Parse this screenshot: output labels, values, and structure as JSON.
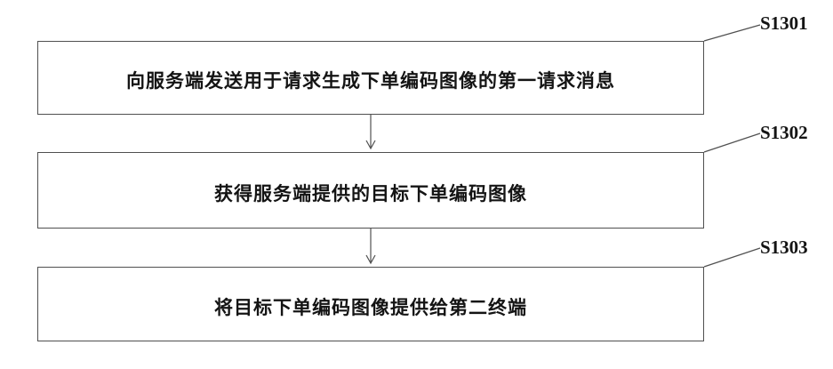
{
  "flowchart": {
    "steps": [
      {
        "id": "S1301",
        "text": "向服务端发送用于请求生成下单编码图像的第一请求消息"
      },
      {
        "id": "S1302",
        "text": "获得服务端提供的目标下单编码图像"
      },
      {
        "id": "S1303",
        "text": "将目标下单编码图像提供给第二终端"
      }
    ]
  }
}
